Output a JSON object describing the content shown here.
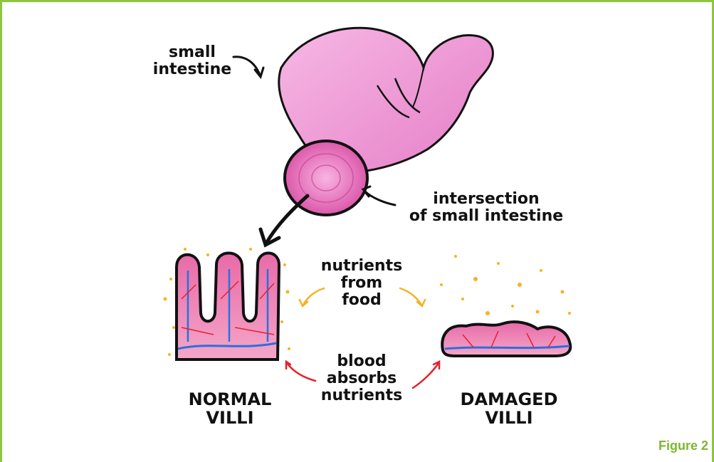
{
  "labels": {
    "small_intestine": [
      "small",
      "intestine"
    ],
    "intersection": [
      "intersection",
      "of small intestine"
    ],
    "nutrients": [
      "nutrients",
      "from",
      "food"
    ],
    "blood": [
      "blood",
      "absorbs",
      "nutrients"
    ],
    "normal": [
      "NORMAL",
      "VILLI"
    ],
    "damaged": [
      "DAMAGED",
      "VILLI"
    ]
  },
  "figure_label": "Figure 2",
  "colors": {
    "frame": "#8cc63f",
    "intestine_pink": "#f29ad6",
    "tissue_pink": "#f07fae",
    "vessel_red": "#e8202a",
    "vessel_blue": "#2a6fe0",
    "nutrient_dots": "#f5b324",
    "figure_label": "#7cb82f"
  }
}
